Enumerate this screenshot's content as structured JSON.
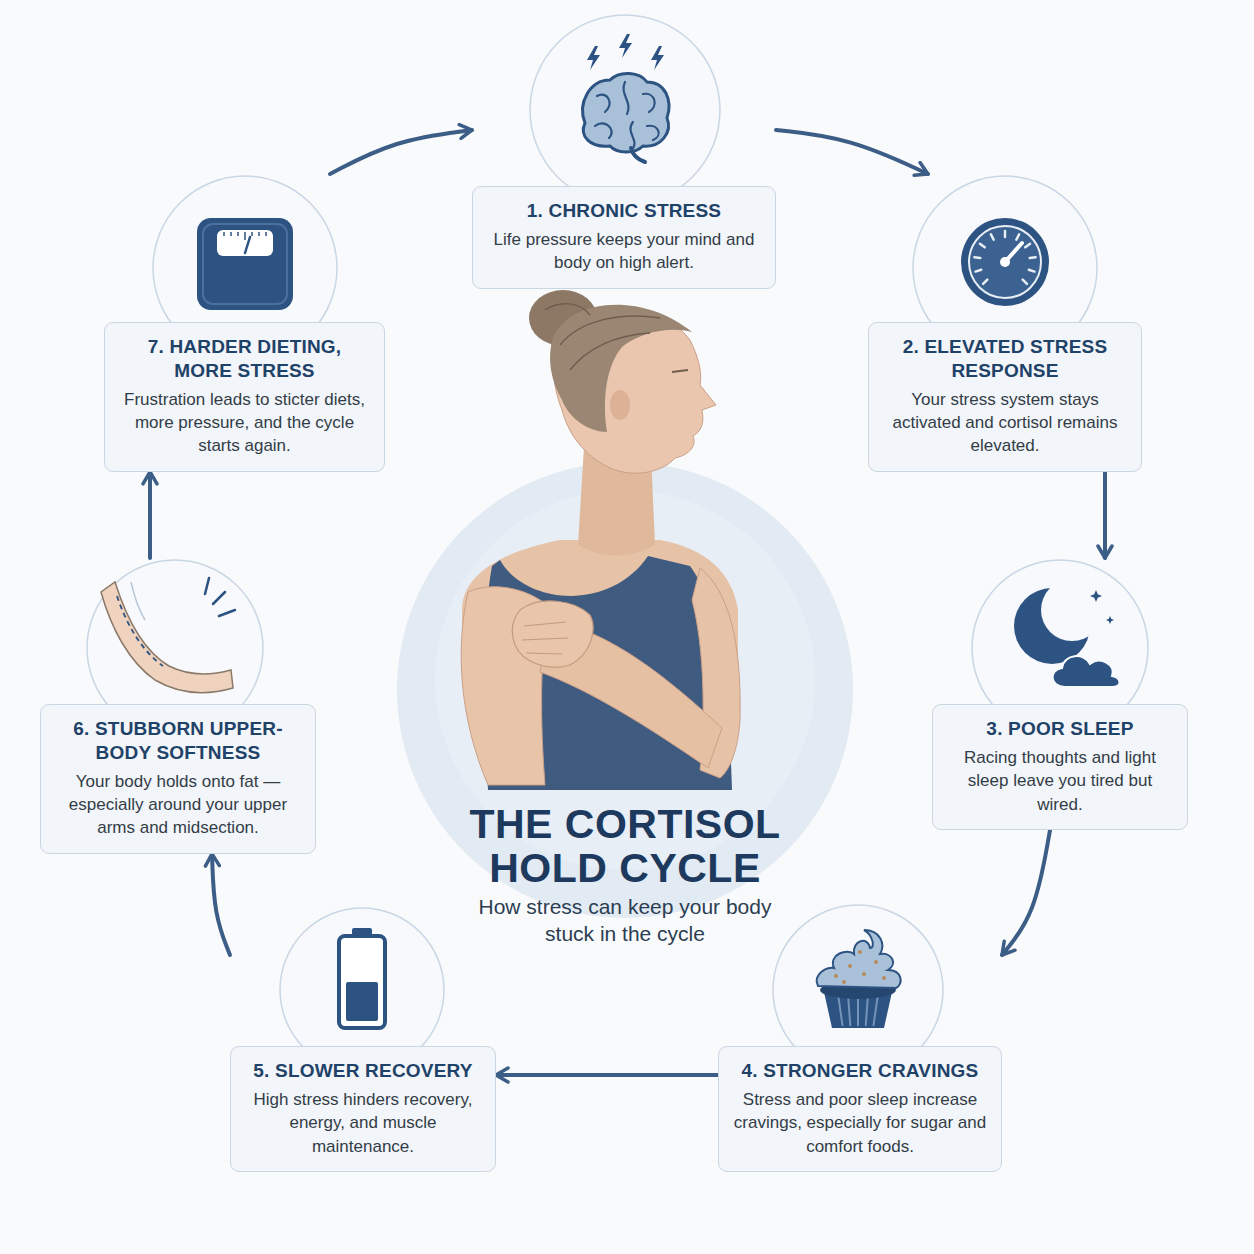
{
  "diagram": {
    "title": "THE CORTISOL HOLD CYCLE",
    "caption": "How stress can keep your body stuck in the cycle",
    "nodes": [
      {
        "text": [
          "1. CHRONIC STRESS",
          "Life pressure keeps your mind and body on high alert."
        ]
      },
      {
        "text": [
          "2. ELEVATED STRESS RESPONSE",
          "Your stress system stays activated and cortisol remains elevated."
        ]
      },
      {
        "text": [
          "3. POOR SLEEP",
          "Racing thoughts and light sleep leave you tired but wired."
        ]
      },
      {
        "text": [
          "4. STRONGER CRAVINGS",
          "Stress and poor sleep increase cravings, especially for sugar and comfort foods."
        ]
      },
      {
        "text": [
          "5. SLOWER RECOVERY",
          "High stress hinders recovery, energy, and muscle maintenance."
        ]
      },
      {
        "text": [
          "6. STUBBORN UPPER-BODY SOFTNESS",
          "Your body holds onto fat —especially around your upper arms and midsection."
        ]
      },
      {
        "text": [
          "7. HARDER DIETING, MORE STRESS",
          "Frustration leads to sticter diets, more pressure, and the cycle starts again."
        ]
      }
    ],
    "edges": [
      {
        "from": 0,
        "to": 1,
        "arrow": "to"
      },
      {
        "from": 1,
        "to": 2,
        "arrow": "to"
      },
      {
        "from": 2,
        "to": 3,
        "arrow": "to"
      },
      {
        "from": 3,
        "to": 4,
        "arrow": "to"
      },
      {
        "from": 4,
        "to": 5,
        "arrow": "to"
      },
      {
        "from": 5,
        "to": 6,
        "arrow": "to"
      },
      {
        "from": 6,
        "to": 0,
        "arrow": "to"
      }
    ]
  }
}
